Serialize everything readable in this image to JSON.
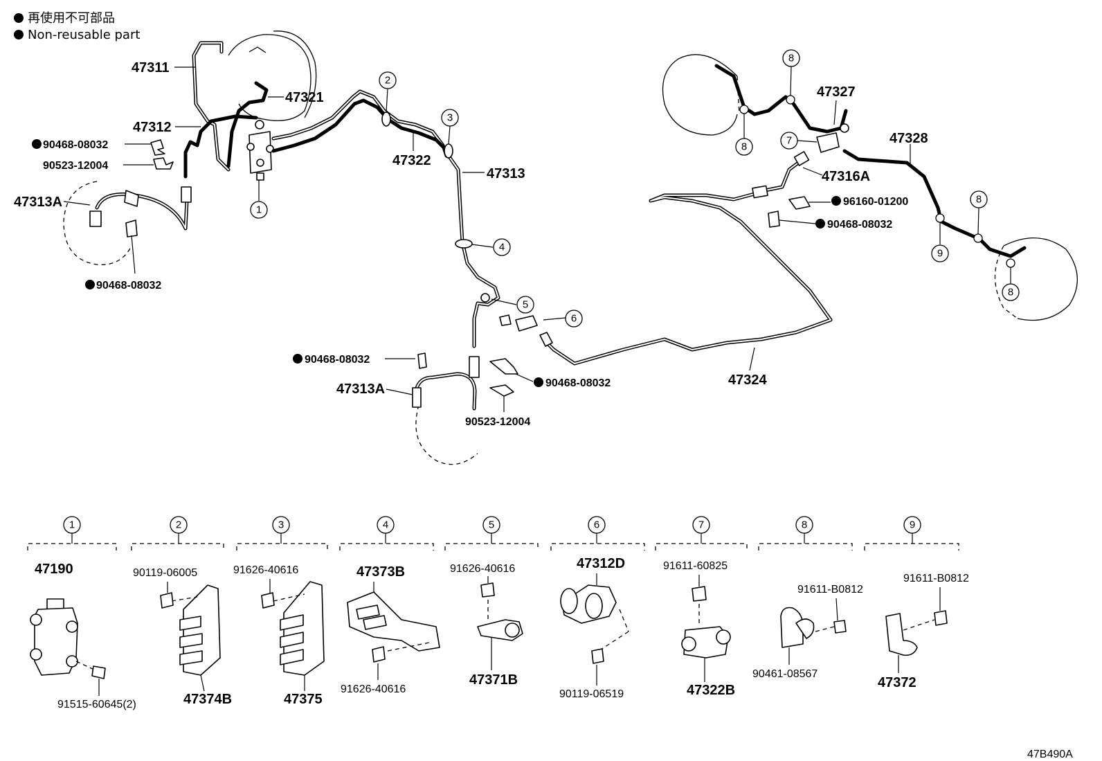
{
  "legend": {
    "jp": "再使用不可部品",
    "en": "Non-reusable part"
  },
  "labels": {
    "p47311": "47311",
    "p47321": "47321",
    "p47312": "47312",
    "p47313A_left": "47313A",
    "p47322": "47322",
    "p47313": "47313",
    "p47313A_bottom": "47313A",
    "p47324": "47324",
    "p47327": "47327",
    "p47316A": "47316A",
    "p47328": "47328",
    "clip_tl1": "90468-08032",
    "clip_tl2": "90523-12004",
    "clip_left_bottom": "90468-08032",
    "clip_mid_left": "90468-08032",
    "clip_mid_right": "90468-08032",
    "clip_mid_bottom": "90523-12004",
    "clip_right1": "96160-01200",
    "clip_right2": "90468-08032"
  },
  "callouts": [
    "1",
    "2",
    "3",
    "4",
    "5",
    "6",
    "7",
    "8",
    "9"
  ],
  "detail_groups": [
    {
      "num": "1",
      "parts": [
        "47190",
        "91515-60645(2)"
      ]
    },
    {
      "num": "2",
      "parts": [
        "90119-06005",
        "47374B"
      ]
    },
    {
      "num": "3",
      "parts": [
        "91626-40616",
        "47375"
      ]
    },
    {
      "num": "4",
      "parts": [
        "47373B",
        "91626-40616"
      ]
    },
    {
      "num": "5",
      "parts": [
        "91626-40616",
        "47371B"
      ]
    },
    {
      "num": "6",
      "parts": [
        "47312D",
        "90119-06519"
      ]
    },
    {
      "num": "7",
      "parts": [
        "91611-60825",
        "47322B"
      ]
    },
    {
      "num": "8",
      "parts": [
        "91611-B0812",
        "90461-08567"
      ]
    },
    {
      "num": "9",
      "parts": [
        "91611-B0812",
        "47372"
      ]
    }
  ],
  "ref_code": "47B490A"
}
